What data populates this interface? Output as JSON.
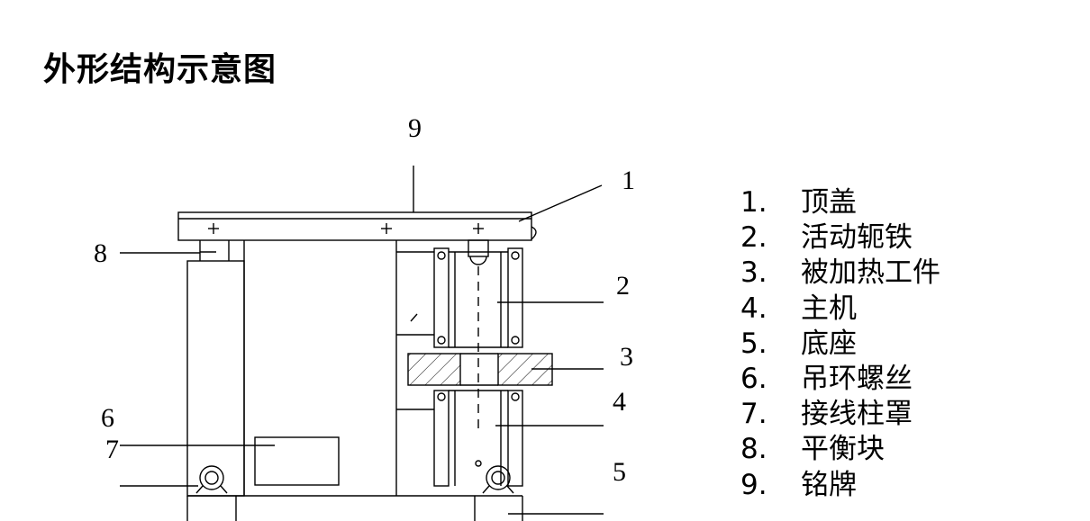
{
  "title": "外形结构示意图",
  "callouts": [
    "1",
    "2",
    "3",
    "4",
    "5",
    "6",
    "7",
    "8",
    "9"
  ],
  "legend": [
    {
      "num": "1.",
      "text": "顶盖"
    },
    {
      "num": "2.",
      "text": "活动轭铁"
    },
    {
      "num": "3.",
      "text": "被加热工件"
    },
    {
      "num": "4.",
      "text": "主机"
    },
    {
      "num": "5.",
      "text": "底座"
    },
    {
      "num": "6.",
      "text": "吊环螺丝"
    },
    {
      "num": "7.",
      "text": "接线柱罩"
    },
    {
      "num": "8.",
      "text": "平衡块"
    },
    {
      "num": "9.",
      "text": "铭牌"
    }
  ]
}
